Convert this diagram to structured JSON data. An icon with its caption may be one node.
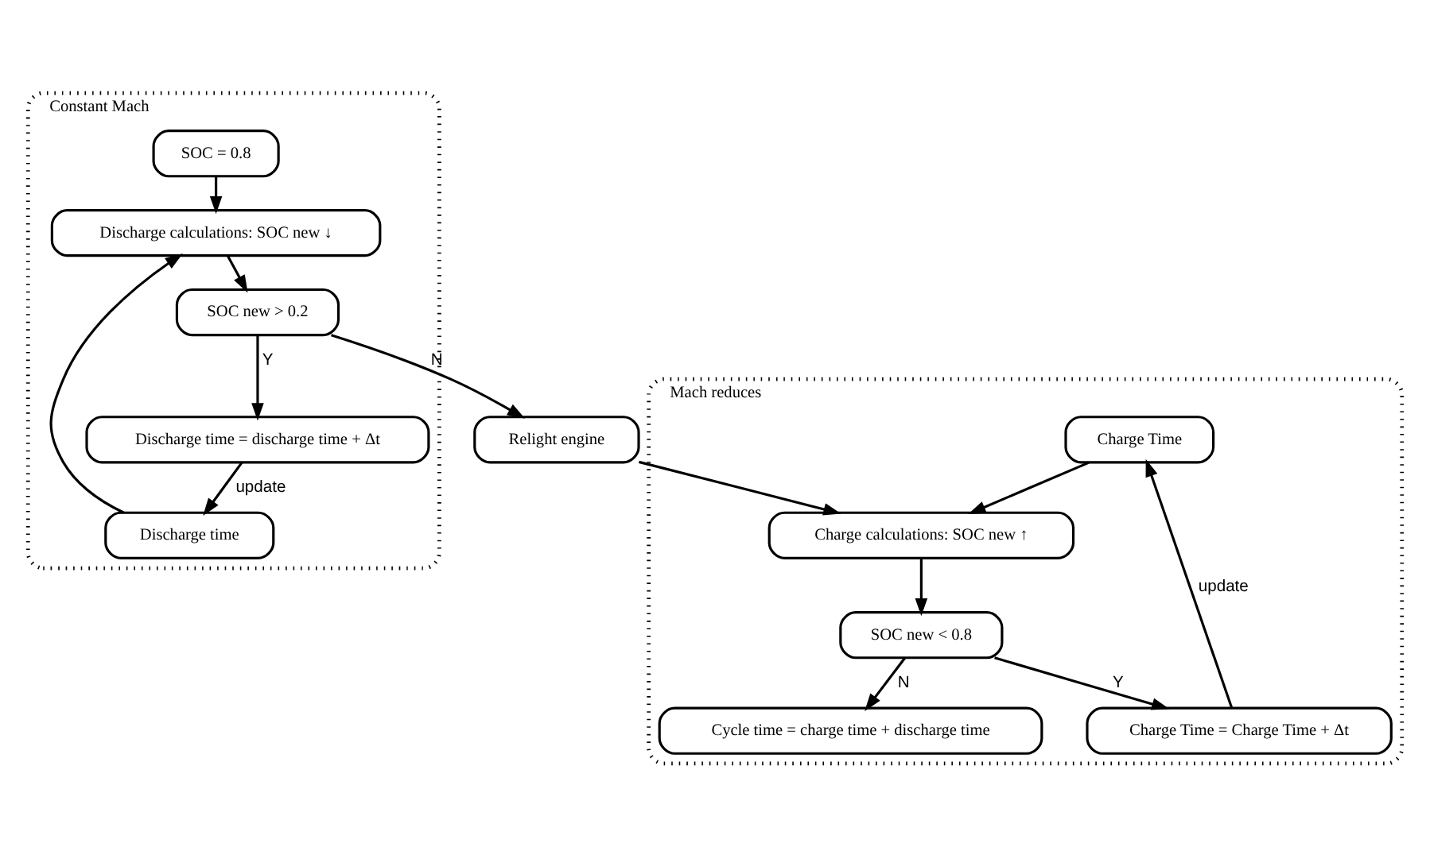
{
  "diagram": {
    "nodes": [
      {
        "text": [
          "Constant Mach"
        ]
      },
      {
        "text": [
          "SOC = 0.8"
        ],
        "in": 0
      },
      {
        "text": [
          "Discharge time"
        ],
        "in": 0
      },
      {
        "text": [
          "Discharge calculations: SOC new ↓"
        ],
        "in": 0
      },
      {
        "text": [
          "SOC new > 0.2"
        ],
        "in": 0
      },
      {
        "text": [
          "Discharge time = discharge time + Δt"
        ],
        "in": 0
      },
      {
        "text": [
          "Relight engine"
        ]
      },
      {
        "text": [
          "Mach reduces"
        ]
      },
      {
        "text": [
          "Charge Time"
        ],
        "in": 7
      },
      {
        "text": [
          "Charge calculations: SOC new ↑"
        ],
        "in": 7
      },
      {
        "text": [
          "Charge Time = Charge Time + Δt"
        ],
        "in": 7
      },
      {
        "text": [
          "SOC new < 0.8"
        ],
        "in": 7
      },
      {
        "text": [
          "Cycle time = charge time + discharge time"
        ],
        "in": 7
      }
    ],
    "edges": [
      {
        "from": 1,
        "to": 3,
        "arrow": "to"
      },
      {
        "from": 2,
        "to": 3,
        "arrow": "to"
      },
      {
        "from": 3,
        "to": 4,
        "arrow": "to"
      },
      {
        "from": 4,
        "to": 5,
        "arrow": "to",
        "label": "Y"
      },
      {
        "from": 5,
        "to": 2,
        "arrow": "to",
        "label": "update"
      },
      {
        "from": 4,
        "to": 6,
        "arrow": "to",
        "label": "N"
      },
      {
        "from": 6,
        "to": 9,
        "arrow": "to"
      },
      {
        "from": 8,
        "to": 9,
        "arrow": "to"
      },
      {
        "from": 9,
        "to": 11,
        "arrow": "to"
      },
      {
        "from": 11,
        "to": 10,
        "arrow": "to",
        "label": "Y"
      },
      {
        "from": 10,
        "to": 8,
        "arrow": "to",
        "label": "update"
      },
      {
        "from": 11,
        "to": 12,
        "arrow": "to",
        "label": "N"
      }
    ]
  }
}
